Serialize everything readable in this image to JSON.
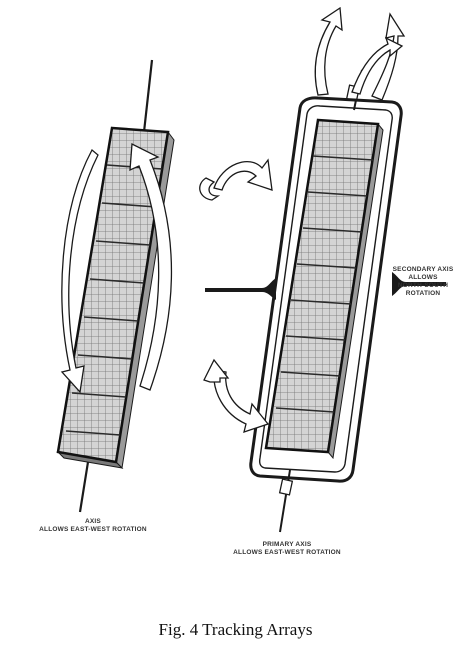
{
  "figure": {
    "caption": "Fig. 4 Tracking Arrays",
    "single_axis_tracker": {
      "axis_label_line1": "AXIS",
      "axis_label_line2": "ALLOWS EAST-WEST ROTATION"
    },
    "dual_axis_tracker": {
      "primary_label_line1": "PRIMARY AXIS",
      "primary_label_line2": "ALLOWS EAST-WEST ROTATION",
      "secondary_label_line1": "SECONDARY AXIS",
      "secondary_label_line2": "ALLOWS",
      "secondary_label_line3": "NORTH-SOUTH",
      "secondary_label_line4": "ROTATION"
    },
    "colors": {
      "ink": "#1a1a1a",
      "cell_grid": "#6b6b6b",
      "panel_fill": "#cfcfcf",
      "arrow_fill": "#ffffff"
    }
  }
}
